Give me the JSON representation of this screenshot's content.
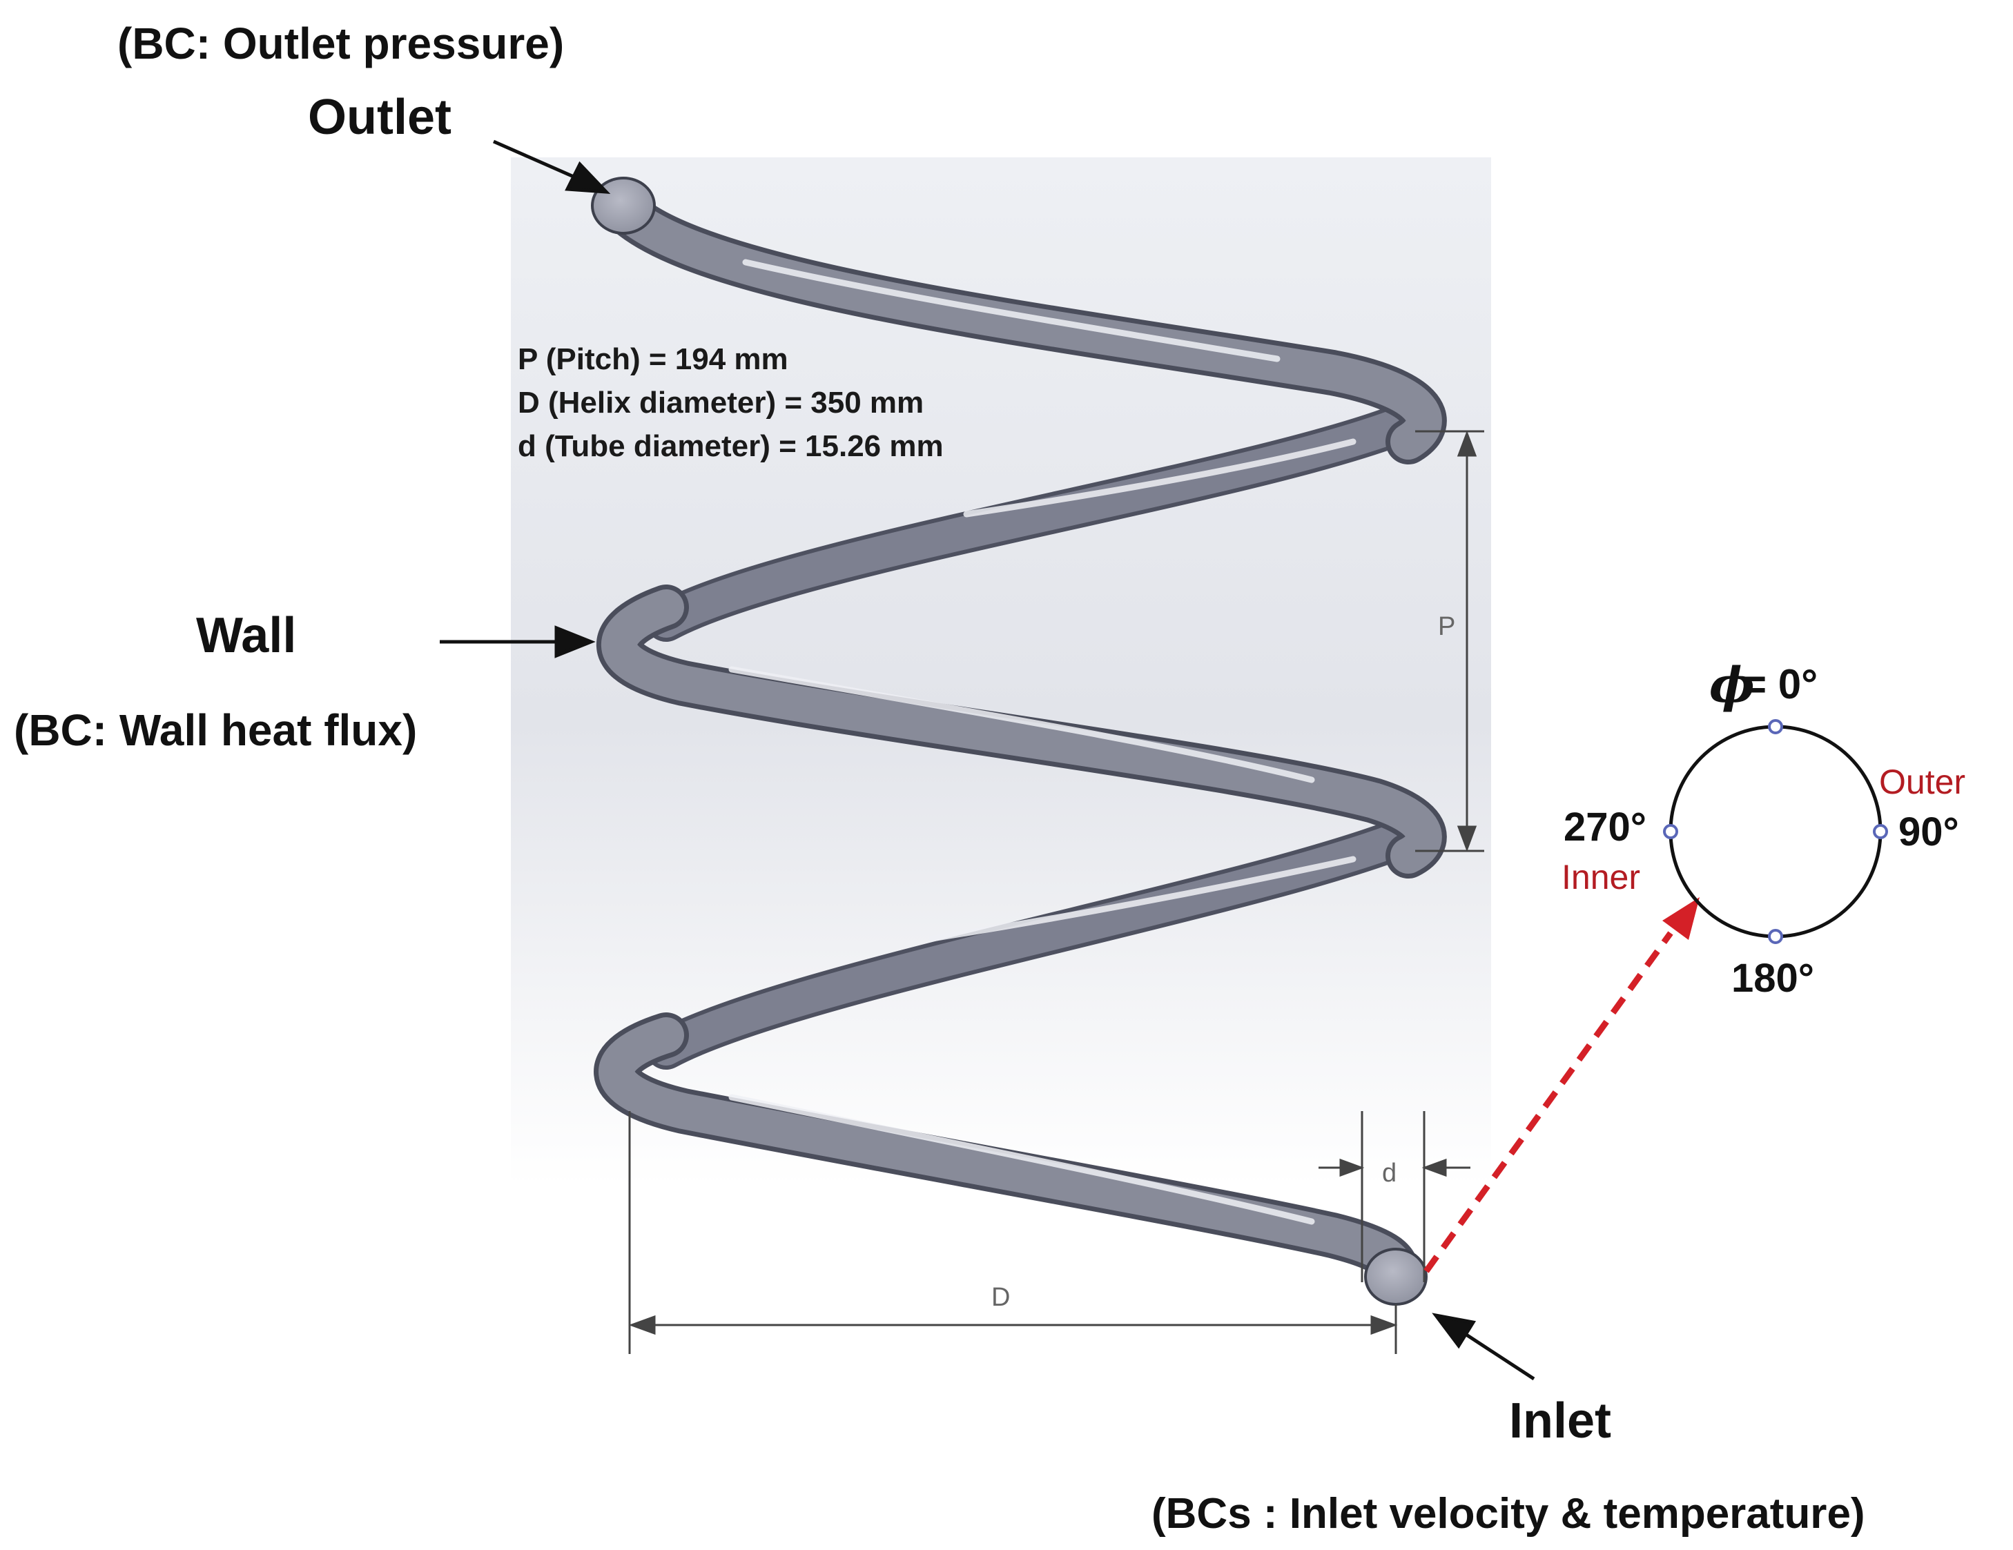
{
  "labels": {
    "outlet_bc": "(BC: Outlet pressure)",
    "outlet": "Outlet",
    "wall": "Wall",
    "wall_bc": "(BC: Wall heat flux)",
    "inlet": "Inlet",
    "inlet_bc": "(BCs : Inlet velocity & temperature)"
  },
  "specs": {
    "pitch": "P (Pitch) = 194 mm",
    "helix_diameter": "D (Helix diameter) = 350 mm",
    "tube_diameter": "d (Tube diameter) = 15.26 mm"
  },
  "dimensions": {
    "pitch_symbol": "P",
    "helix_symbol": "D",
    "tube_symbol": "d"
  },
  "cross_section": {
    "top": "= 0°",
    "phi_symbol": "ϕ",
    "right": "90°",
    "bottom": "180°",
    "left": "270°",
    "outer": "Outer",
    "inner": "Inner"
  },
  "colors": {
    "tube": "#7d8090",
    "highlight": "#f2f3f7",
    "dashed_arrow": "#d42027",
    "section_points": "#5a67b8"
  }
}
